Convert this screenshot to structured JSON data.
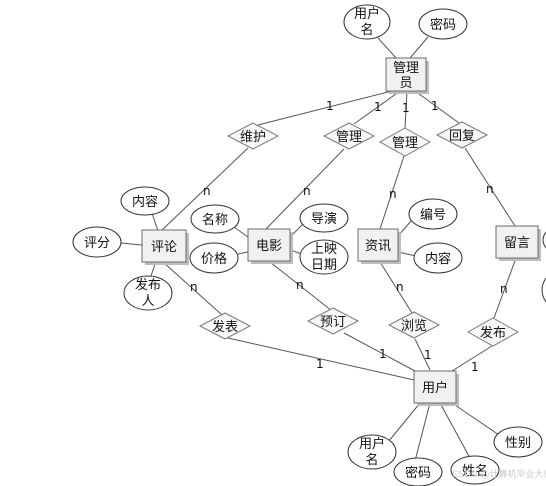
{
  "entities": {
    "admin": [
      "管理",
      "员"
    ],
    "review": [
      "评论"
    ],
    "movie": [
      "电影"
    ],
    "news": [
      "资讯"
    ],
    "message": [
      "留言"
    ],
    "user": [
      "用户"
    ]
  },
  "relationships": {
    "maintain": "维护",
    "manage_movie": "管理",
    "manage_news": "管理",
    "reply": "回复",
    "publish_review": "发表",
    "book": "预订",
    "browse": "浏览",
    "post_message": "发布"
  },
  "attributes": {
    "admin_username": [
      "用户",
      "名"
    ],
    "admin_password": [
      "密码"
    ],
    "review_content": [
      "内容"
    ],
    "review_score": [
      "评分"
    ],
    "review_author": [
      "发布",
      "人"
    ],
    "movie_name": [
      "名称"
    ],
    "movie_price": [
      "价格"
    ],
    "movie_director": [
      "导演"
    ],
    "movie_release_date": [
      "上映",
      "日期"
    ],
    "news_number": [
      "编号"
    ],
    "news_content": [
      "内容"
    ],
    "user_username": [
      "用户",
      "名"
    ],
    "user_password": [
      "密码"
    ],
    "user_name": [
      "姓名"
    ],
    "user_gender": [
      "性别"
    ]
  },
  "cardinalities": {
    "admin_maintain": "1",
    "admin_manage_movie": "1",
    "admin_manage_news": "1",
    "admin_reply": "1",
    "review_maintain": "n",
    "movie_manage": "n",
    "news_manage": "n",
    "message_reply": "n",
    "review_publish": "n",
    "movie_book": "n",
    "news_browse": "n",
    "message_post": "n",
    "user_publish": "1",
    "user_book": "1",
    "user_browse": "1",
    "user_post": "1"
  },
  "watermark": "CSDN @计算机毕业大师兄"
}
